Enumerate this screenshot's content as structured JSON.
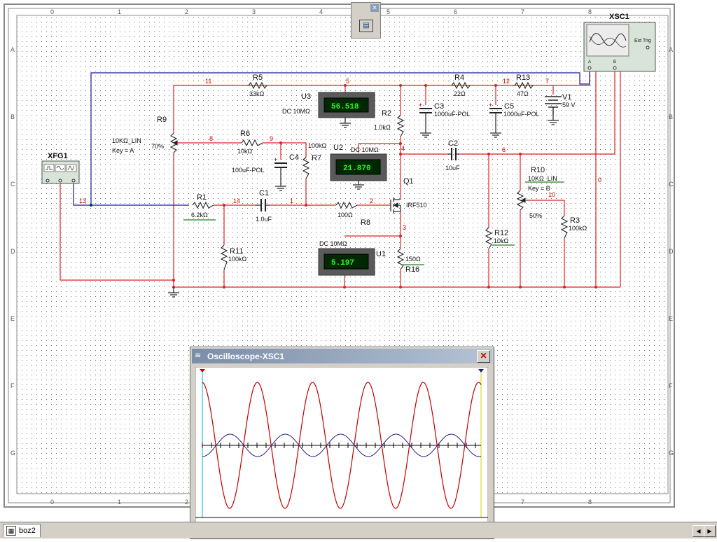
{
  "workspace": {
    "col_labels": [
      "0",
      "1",
      "2",
      "3",
      "4",
      "5",
      "6",
      "7",
      "8"
    ],
    "row_labels": [
      "A",
      "B",
      "C",
      "D",
      "E",
      "F",
      "G"
    ]
  },
  "components": {
    "R5": {
      "name": "R5",
      "value": "33kΩ"
    },
    "R4": {
      "name": "R4",
      "value": "22Ω"
    },
    "R13": {
      "name": "R13",
      "value": "47Ω"
    },
    "V1": {
      "name": "V1",
      "value": "59 V"
    },
    "R9": {
      "name": "R9",
      "value": "10KΩ_LIN",
      "key": "Key = A",
      "percent": "70%"
    },
    "R6": {
      "name": "R6",
      "value": "10kΩ"
    },
    "C4": {
      "name": "C4",
      "value": "100uF-POL"
    },
    "R7": {
      "name": "R7",
      "value": "100kΩ"
    },
    "R2": {
      "name": "R2",
      "value": "1.0kΩ"
    },
    "C3": {
      "name": "C3",
      "value": "1000uF-POL"
    },
    "C5": {
      "name": "C5",
      "value": "1000uF-POL"
    },
    "C2": {
      "name": "C2",
      "value": "10uF"
    },
    "R1": {
      "name": "R1",
      "value": "6.2kΩ"
    },
    "C1": {
      "name": "C1",
      "value": "1.0uF"
    },
    "R8": {
      "name": "R8",
      "value": "100Ω"
    },
    "Q1": {
      "name": "Q1",
      "value": "IRF510"
    },
    "R10": {
      "name": "R10",
      "value": "10KΩ_LIN",
      "key": "Key = B",
      "percent": "50%"
    },
    "R3": {
      "name": "R3",
      "value": "100kΩ"
    },
    "R12": {
      "name": "R12",
      "value": "10kΩ"
    },
    "R11": {
      "name": "R11",
      "value": "100kΩ"
    },
    "R16": {
      "name": "R16",
      "value": "150Ω"
    },
    "XFG1": {
      "name": "XFG1"
    },
    "XSC1": {
      "name": "XSC1",
      "ext_trig": "Ext Trig"
    }
  },
  "meters": {
    "U3": {
      "name": "U3",
      "mode": "DC  10MΩ",
      "reading": "56.518"
    },
    "U2": {
      "name": "U2",
      "mode": "DC  10MΩ",
      "reading": "21.870"
    },
    "U1": {
      "name": "U1",
      "mode": "DC  10MΩ",
      "reading": "5.197"
    }
  },
  "nodes": {
    "n11": "11",
    "n5": "5",
    "n12": "12",
    "n7": "7",
    "n8": "8",
    "n9": "9",
    "n4": "4",
    "n6": "6",
    "n0": "0",
    "n13": "13",
    "n14": "14",
    "n1": "1",
    "n2": "2",
    "n3": "3",
    "n10": "10"
  },
  "oscilloscope": {
    "title": "Oscilloscope-XSC1",
    "close_label": "✕",
    "colors": {
      "channel_a": "#c00000",
      "channel_b": "#20208a"
    }
  },
  "toolbar_popup": {
    "close_label": "✕"
  },
  "statusbar": {
    "tab_label": "boz2"
  },
  "colors": {
    "wire_red": "#e02020",
    "wire_blue": "#1818a0",
    "meter_bg": "#5a5a5a",
    "meter_digits": "#20ff20"
  }
}
